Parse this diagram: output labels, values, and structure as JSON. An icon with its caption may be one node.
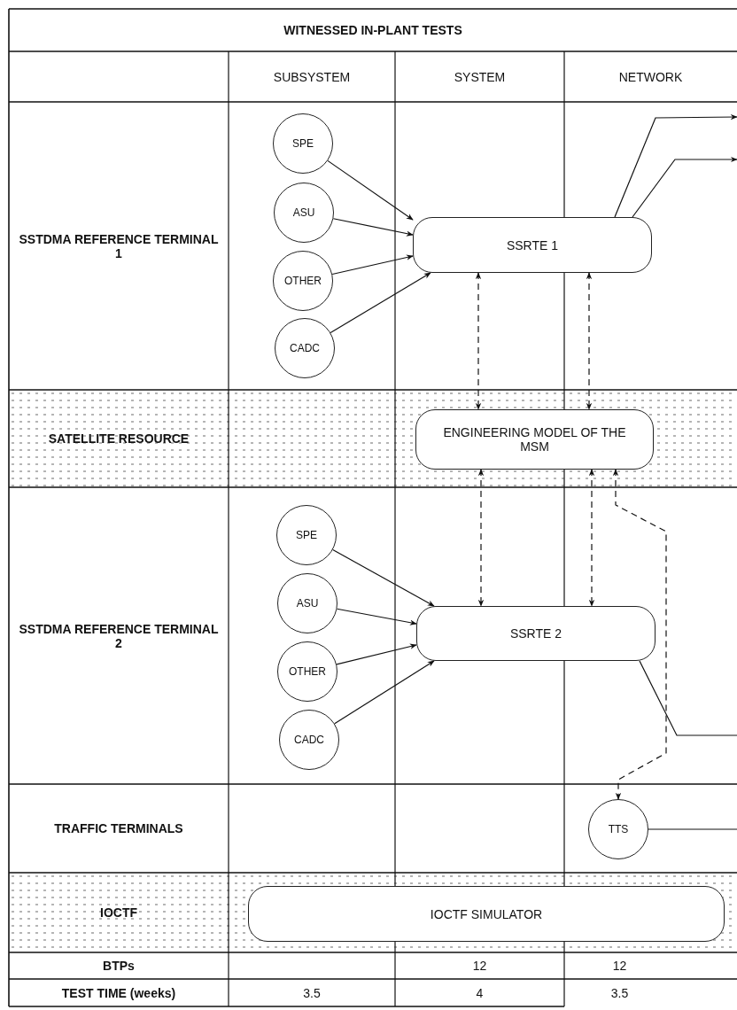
{
  "diagram": {
    "title": "WITNESSED IN-PLANT TESTS",
    "nodes": [
      {
        "text": [
          "SPE"
        ]
      },
      {
        "text": [
          "ASU"
        ]
      },
      {
        "text": [
          "OTHER"
        ]
      },
      {
        "text": [
          "CADC"
        ]
      },
      {
        "text": [
          "SSRTE 1"
        ]
      },
      {
        "text": [
          "ENGINEERING MODEL OF THE MSM"
        ]
      },
      {
        "text": [
          "SPE"
        ]
      },
      {
        "text": [
          "ASU"
        ]
      },
      {
        "text": [
          "OTHER"
        ]
      },
      {
        "text": [
          "CADC"
        ]
      },
      {
        "text": [
          "SSRTE 2"
        ]
      },
      {
        "text": [
          "TTS"
        ]
      },
      {
        "text": [
          "IOCTF SIMULATOR"
        ]
      }
    ],
    "edges": [
      {
        "from": 0,
        "to": 4,
        "arrow": "to"
      },
      {
        "from": 1,
        "to": 4,
        "arrow": "to"
      },
      {
        "from": 2,
        "to": 4,
        "arrow": "to"
      },
      {
        "from": 3,
        "to": 4,
        "arrow": "to"
      },
      {
        "from": 4,
        "to": null,
        "arrow": "to"
      },
      {
        "from": 4,
        "to": null,
        "arrow": "to"
      },
      {
        "from": 4,
        "to": 5,
        "arrow": "both",
        "style": "dashed"
      },
      {
        "from": 4,
        "to": 5,
        "arrow": "both",
        "style": "dashed"
      },
      {
        "from": 5,
        "to": 10,
        "arrow": "both",
        "style": "dashed"
      },
      {
        "from": 5,
        "to": 10,
        "arrow": "both",
        "style": "dashed"
      },
      {
        "from": 5,
        "to": 11,
        "arrow": "both",
        "style": "dashed"
      },
      {
        "from": 6,
        "to": 10,
        "arrow": "to"
      },
      {
        "from": 7,
        "to": 10,
        "arrow": "to"
      },
      {
        "from": 8,
        "to": 10,
        "arrow": "to"
      },
      {
        "from": 9,
        "to": 10,
        "arrow": "to"
      },
      {
        "from": 10,
        "to": null,
        "arrow": "none"
      },
      {
        "from": 11,
        "to": null,
        "arrow": "none"
      }
    ],
    "labels": [
      "SUBSYSTEM",
      "SYSTEM",
      "NETWORK",
      "SSTDMA REFERENCE TERMINAL 1",
      "SATELLITE RESOURCE",
      "SSTDMA REFERENCE TERMINAL 2",
      "TRAFFIC TERMINALS",
      "IOCTF",
      "BTPs",
      "12",
      "12",
      "TEST TIME (weeks)",
      "3.5",
      "4",
      "3.5"
    ]
  }
}
